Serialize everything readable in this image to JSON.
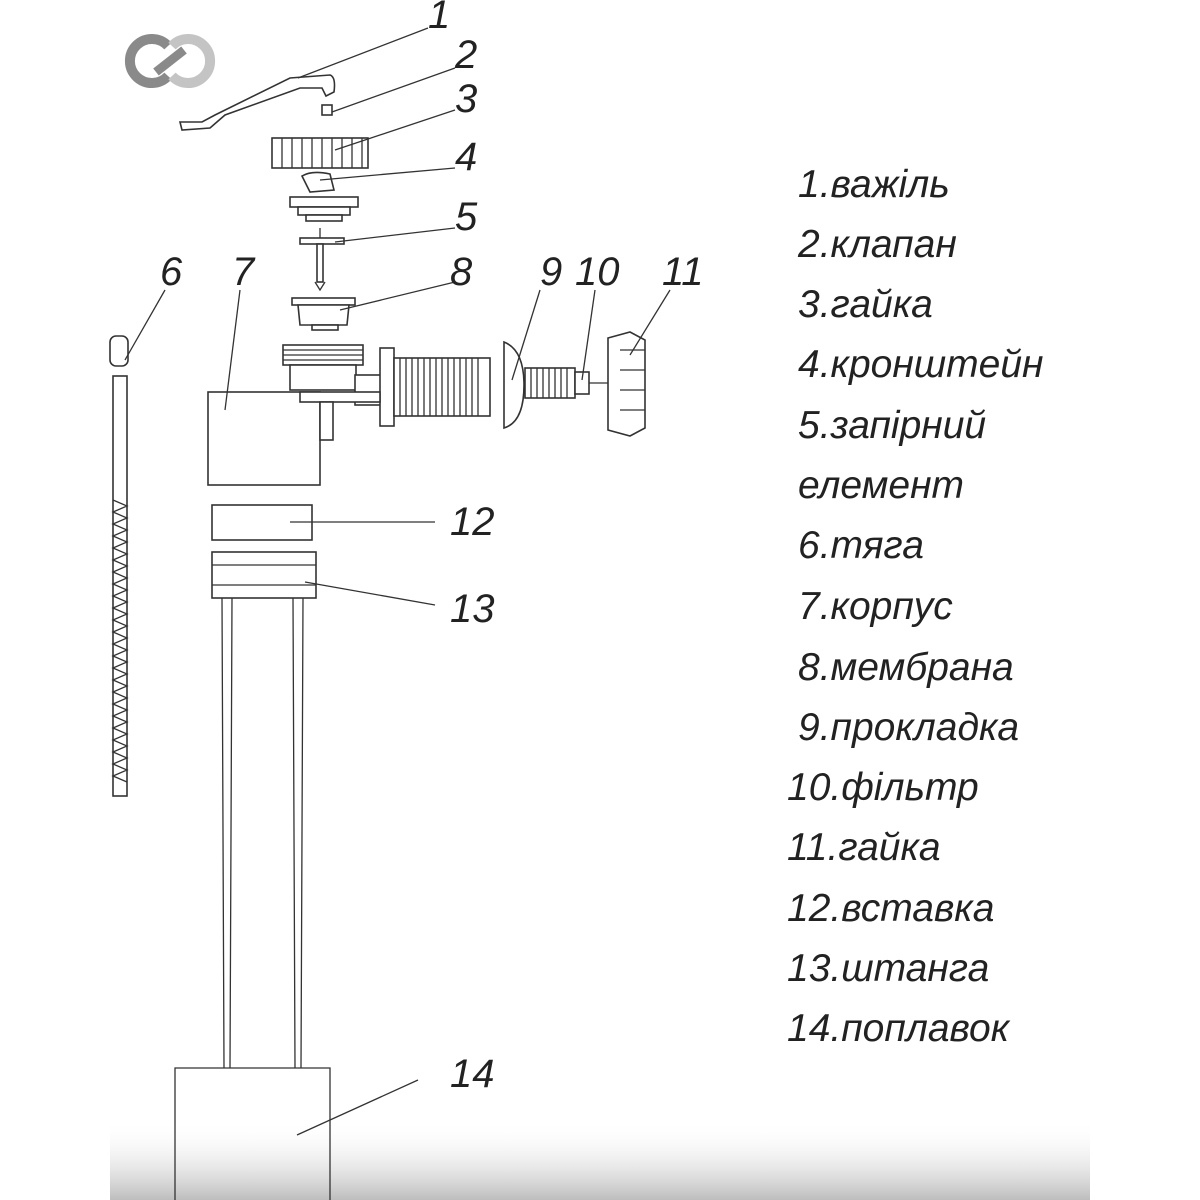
{
  "callouts": [
    "1",
    "2",
    "3",
    "4",
    "5",
    "6",
    "7",
    "8",
    "9",
    "10",
    "11",
    "12",
    "13",
    "14"
  ],
  "legend": [
    "1.важіль",
    "2.клапан",
    "3.гайка",
    "4.кронштейн",
    "5.запірний",
    "елемент",
    "6.тяга",
    "7.корпус",
    "8.мембрана",
    "9.прокладка",
    "10.фільтр",
    "11.гайка",
    "12.вставка",
    "13.штанга",
    "14.поплавок"
  ],
  "colors": {
    "line": "#333333",
    "logo_dark": "#8a8a8a",
    "logo_light": "#c4c4c4"
  }
}
